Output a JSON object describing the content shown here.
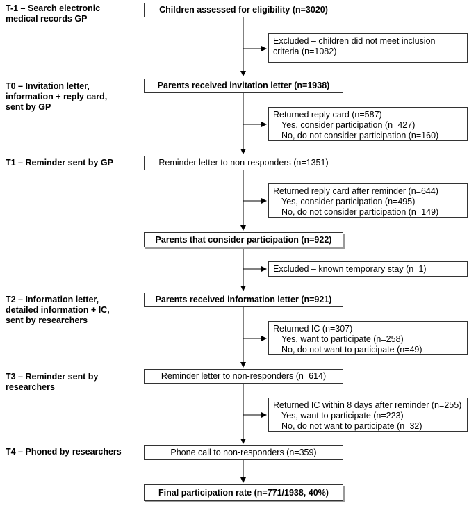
{
  "stages": [
    {
      "lines": [
        "T-1 – Search electronic",
        "medical records GP"
      ]
    },
    {
      "lines": [
        "T0 – Invitation letter,",
        "information + reply card,",
        "sent by GP"
      ]
    },
    {
      "lines": [
        "T1 – Reminder sent by GP"
      ]
    },
    {
      "lines": [
        "T2 – Information letter,",
        "detailed information + IC,",
        "sent by researchers"
      ]
    },
    {
      "lines": [
        "T3 – Reminder sent by",
        "researchers"
      ]
    },
    {
      "lines": [
        "T4 – Phoned by researchers"
      ]
    }
  ],
  "main_boxes": [
    {
      "text": "Children assessed for eligibility (n=3020)"
    },
    {
      "text": "Parents received invitation letter (n=1938)"
    },
    {
      "text": "Reminder letter to non-responders (n=1351)"
    },
    {
      "text": "Parents that consider participation (n=922)"
    },
    {
      "text": "Parents received information letter (n=921)"
    },
    {
      "text": "Reminder letter to non-responders (n=614)"
    },
    {
      "text": "Phone call to non-responders (n=359)"
    },
    {
      "text": "Final participation rate (n=771/1938, 40%)"
    }
  ],
  "side_boxes": [
    {
      "lines": [
        "Excluded – children did not meet inclusion",
        "criteria (n=1082)"
      ]
    },
    {
      "lines": [
        "Returned reply card (n=587)",
        "Yes, consider participation (n=427)",
        "No, do not consider participation (n=160)"
      ]
    },
    {
      "lines": [
        "Returned reply card after reminder (n=644)",
        "Yes, consider participation (n=495)",
        "No, do not consider participation (n=149)"
      ]
    },
    {
      "lines": [
        "Excluded – known temporary stay (n=1)"
      ]
    },
    {
      "lines": [
        "Returned IC (n=307)",
        "Yes, want to participate (n=258)",
        "No, do not want to participate (n=49)"
      ]
    },
    {
      "lines": [
        "Returned IC within 8 days after reminder (n=255)",
        "Yes, want to participate (n=223)",
        "No, do not want to participate (n=32)"
      ]
    }
  ]
}
